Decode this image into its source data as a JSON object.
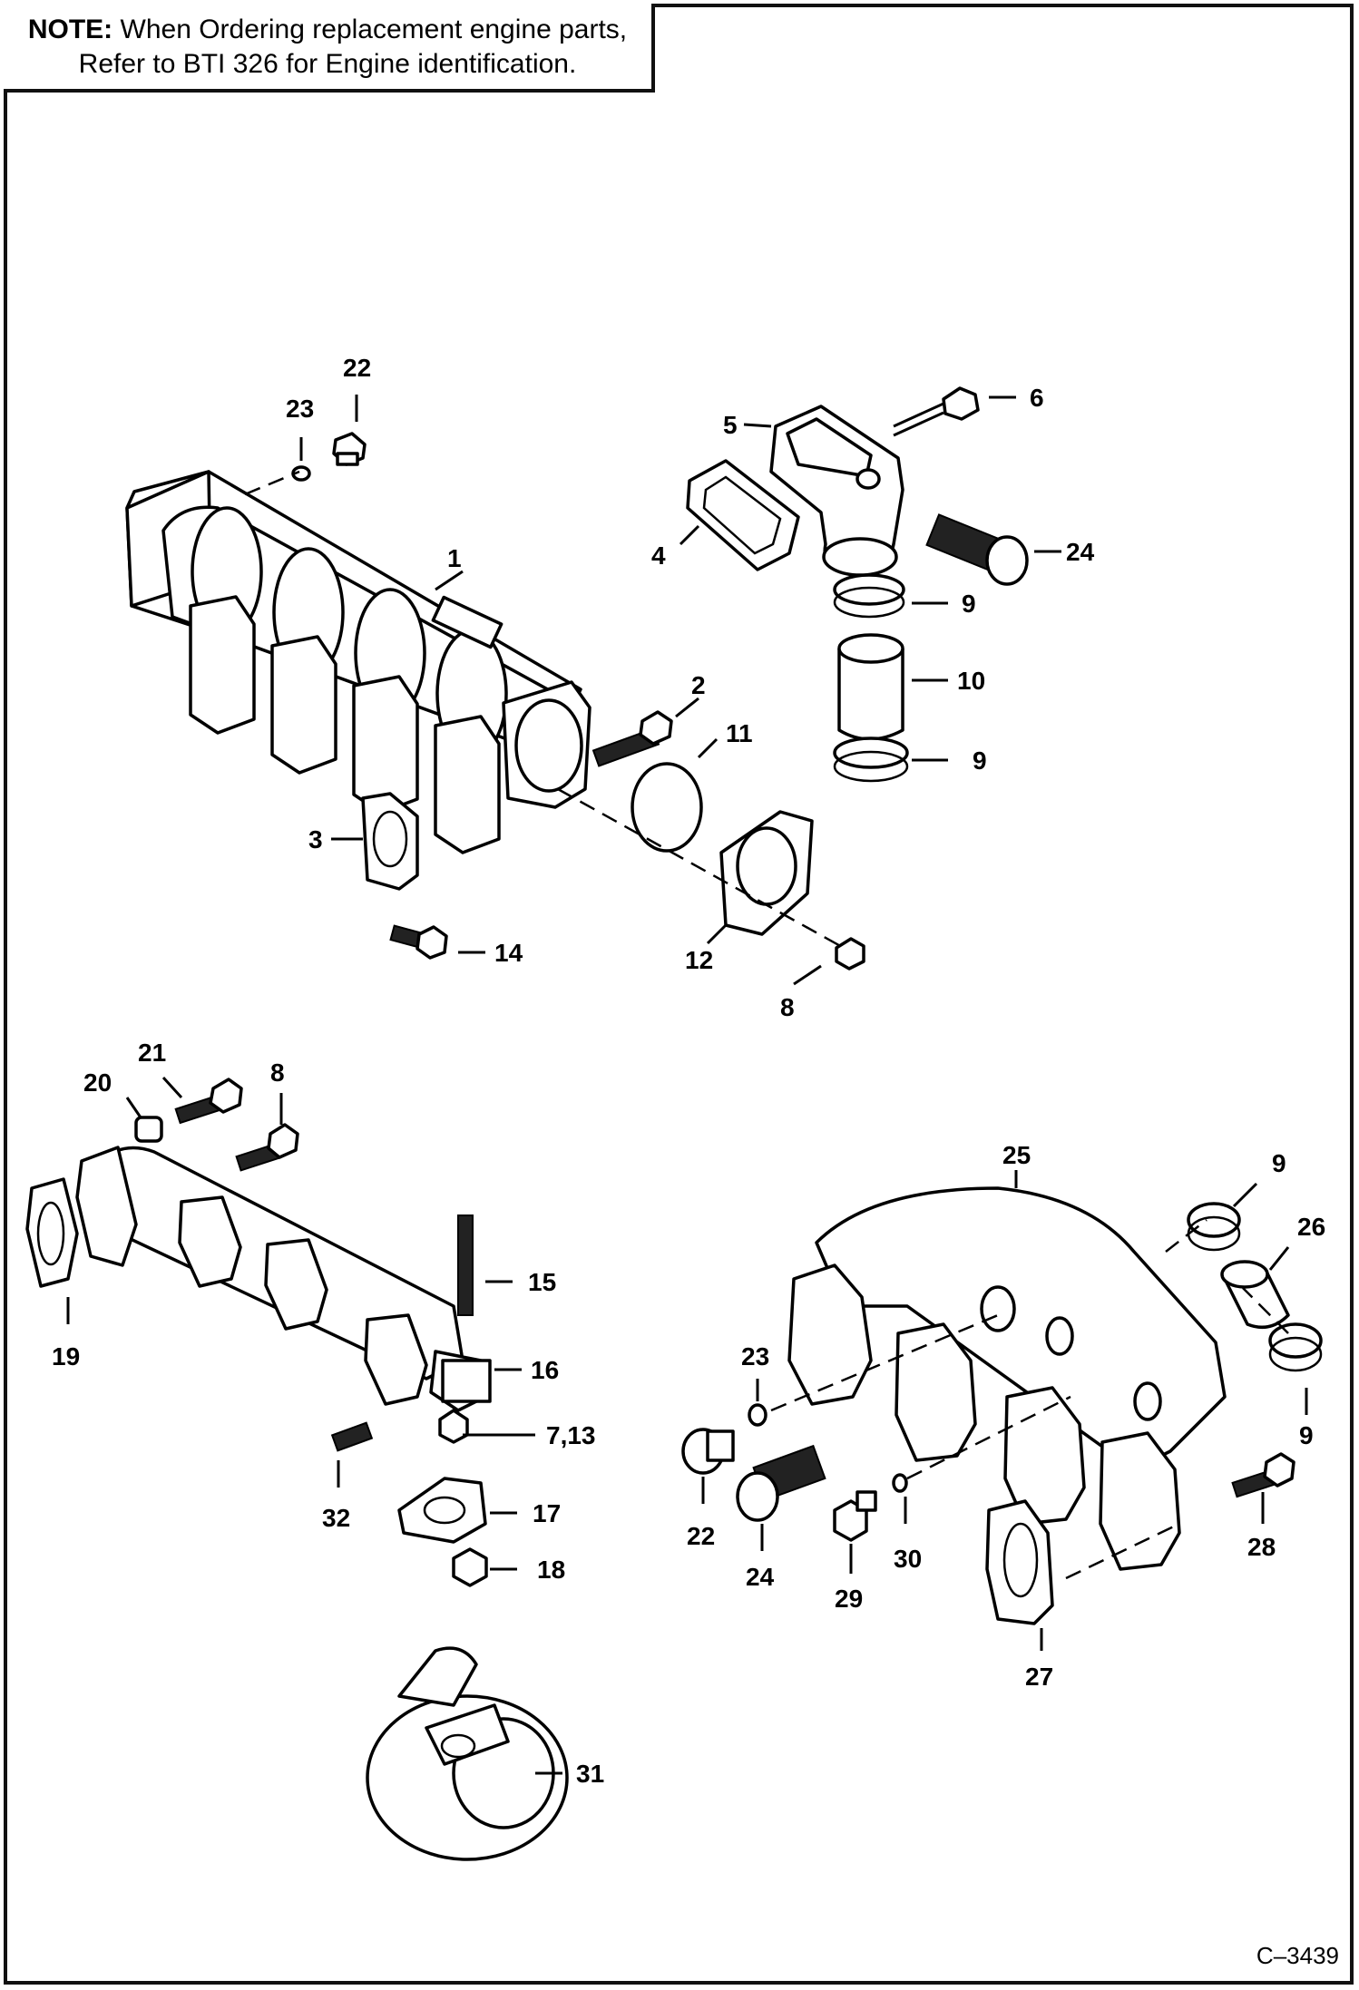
{
  "note": {
    "label": "NOTE:",
    "text": " When Ordering replacement engine parts, Refer to BTI 326 for Engine identification."
  },
  "drawing_code": "C–3439",
  "callouts": [
    "22",
    "23",
    "6",
    "5",
    "1",
    "4",
    "24",
    "9",
    "10",
    "2",
    "11",
    "9",
    "3",
    "12",
    "14",
    "8",
    "21",
    "20",
    "8",
    "25",
    "9",
    "26",
    "19",
    "15",
    "16",
    "7,13",
    "23",
    "32",
    "17",
    "22",
    "24",
    "29",
    "30",
    "28",
    "18",
    "27",
    "31",
    "9"
  ]
}
